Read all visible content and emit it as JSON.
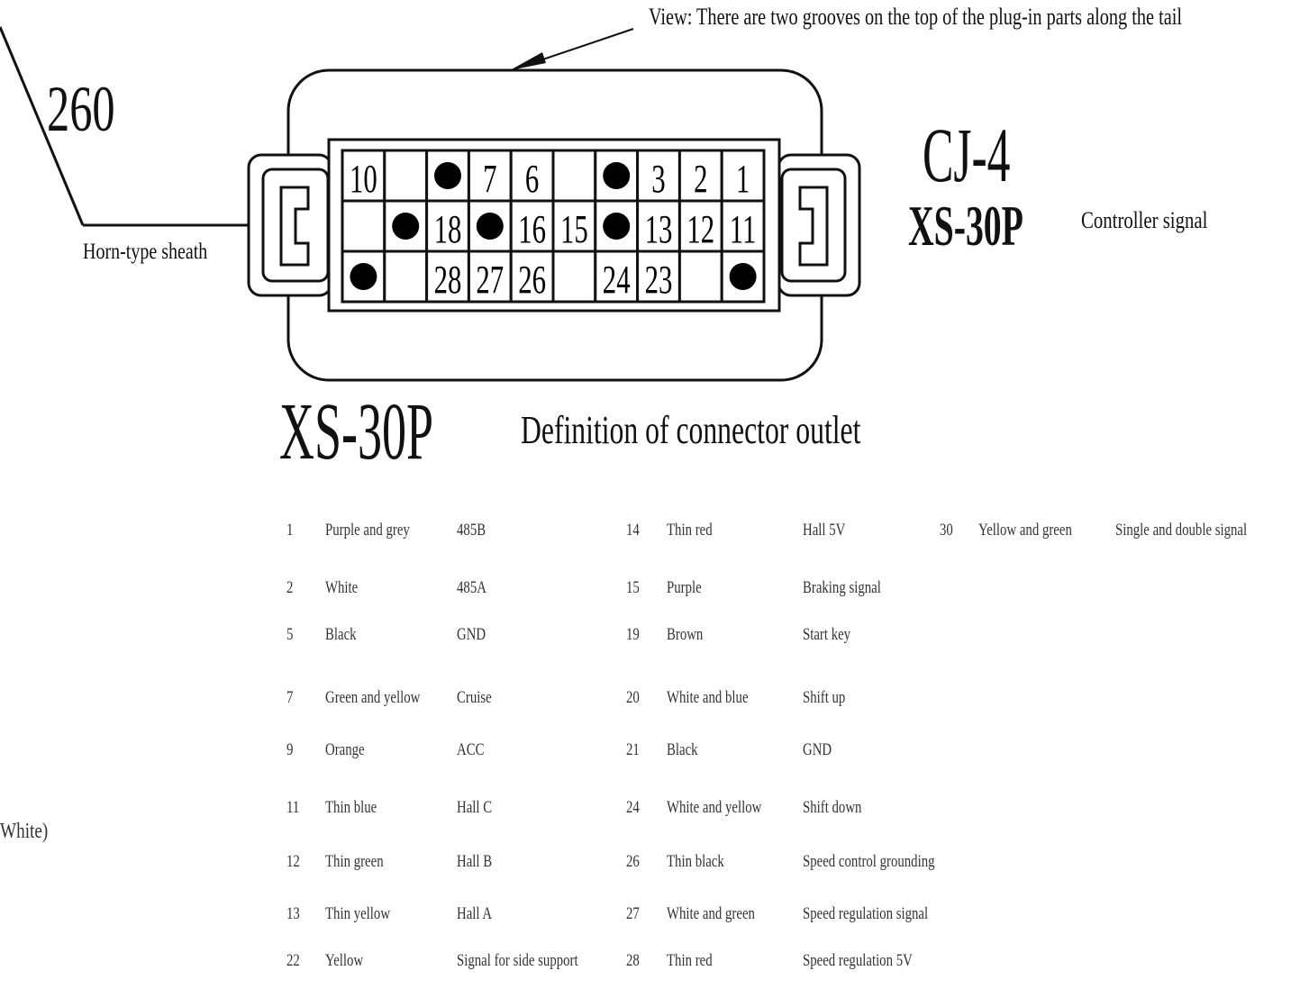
{
  "labels": {
    "view_note": "View: There are two grooves on the top of the plug-in parts along the tail",
    "dimension": "260",
    "horn_sheath": "Horn-type sheath",
    "cj4": "CJ-4",
    "xs30p_right": "XS-30P",
    "controller_signal": "Controller signal",
    "xs30p_bottom": "XS-30P",
    "definition": "Definition of connector outlet",
    "left_edge_fragment": "White)"
  },
  "connector_grid": [
    [
      "10",
      "",
      "dot",
      "7",
      "6",
      "",
      "dot",
      "3",
      "2",
      "1"
    ],
    [
      "",
      "dot",
      "18",
      "dot",
      "16",
      "15",
      "dot",
      "13",
      "12",
      "11"
    ],
    [
      "dot",
      "",
      "28",
      "27",
      "26",
      "",
      "24",
      "23",
      "",
      "dot"
    ]
  ],
  "pin_table": {
    "col1": [
      {
        "pin": "1",
        "color": "Purple and grey",
        "signal": "485B"
      },
      {
        "pin": "2",
        "color": "White",
        "signal": "485A"
      },
      {
        "pin": "5",
        "color": "Black",
        "signal": "GND"
      },
      {
        "pin": "7",
        "color": "Green and yellow",
        "signal": "Cruise"
      },
      {
        "pin": "9",
        "color": "Orange",
        "signal": "ACC"
      },
      {
        "pin": "11",
        "color": "Thin blue",
        "signal": "Hall C"
      },
      {
        "pin": "12",
        "color": "Thin green",
        "signal": "Hall B"
      },
      {
        "pin": "13",
        "color": "Thin yellow",
        "signal": "Hall A"
      },
      {
        "pin": "22",
        "color": "Yellow",
        "signal": "Signal for side support"
      }
    ],
    "col2": [
      {
        "pin": "14",
        "color": "Thin red",
        "signal": "Hall 5V"
      },
      {
        "pin": "15",
        "color": "Purple",
        "signal": "Braking signal"
      },
      {
        "pin": "19",
        "color": "Brown",
        "signal": "Start key"
      },
      {
        "pin": "20",
        "color": "White and blue",
        "signal": "Shift up"
      },
      {
        "pin": "21",
        "color": "Black",
        "signal": "GND"
      },
      {
        "pin": "24",
        "color": "White and yellow",
        "signal": "Shift down"
      },
      {
        "pin": "26",
        "color": "Thin black",
        "signal": "Speed control grounding"
      },
      {
        "pin": "27",
        "color": "White and green",
        "signal": "Speed regulation signal"
      },
      {
        "pin": "28",
        "color": "Thin red",
        "signal": "Speed regulation 5V"
      }
    ],
    "col3": [
      {
        "pin": "30",
        "color": "Yellow and green",
        "signal": "Single and double signal"
      }
    ]
  }
}
